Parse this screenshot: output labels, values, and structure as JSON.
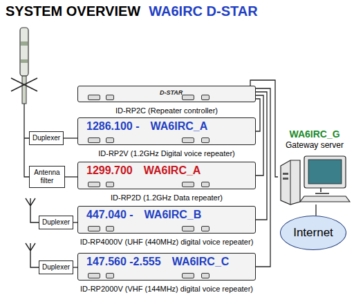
{
  "diagram": {
    "title": "SYSTEM OVERVIEW",
    "nodes": [
      {
        "text": [
          "ID-RP2C (Repeater controller)"
        ]
      },
      {
        "text": [
          "1286.100 -",
          "WA6IRC_A",
          "ID-RP2V (1.2GHz Digital voice repeater)"
        ]
      },
      {
        "text": [
          "1299.700",
          "WA6IRC_A",
          "ID-RP2D (1.2GHz Data repeater)"
        ]
      },
      {
        "text": [
          "447.040 -",
          "WA6IRC_B",
          "ID-RP4000V (UHF (440MHz) digital voice repeater)"
        ]
      },
      {
        "text": [
          "147.560 -2.555",
          "WA6IRC_C",
          "ID-RP2000V (VHF (144MHz) digital voice repeater)"
        ]
      },
      {
        "text": [
          "Duplexer"
        ]
      },
      {
        "text": [
          "Antenna filter"
        ]
      },
      {
        "text": [
          "Duplexer"
        ]
      },
      {
        "text": [
          "Duplexer"
        ]
      },
      {
        "text": [
          "WA6IRC_G",
          "Gateway server"
        ]
      },
      {
        "text": [
          "Internet"
        ]
      }
    ],
    "edges": [
      {
        "from": 0,
        "to": 1,
        "arrow": "none"
      },
      {
        "from": 0,
        "to": 2,
        "arrow": "none"
      },
      {
        "from": 0,
        "to": 3,
        "arrow": "none"
      },
      {
        "from": 0,
        "to": 4,
        "arrow": "none"
      },
      {
        "from": 0,
        "to": 9,
        "arrow": "none"
      },
      {
        "from": 9,
        "to": 10,
        "arrow": "none"
      },
      {
        "from": 5,
        "to": 1,
        "arrow": "none"
      },
      {
        "from": 6,
        "to": 2,
        "arrow": "none"
      },
      {
        "from": 7,
        "to": 3,
        "arrow": "none"
      },
      {
        "from": 8,
        "to": 4,
        "arrow": "none"
      }
    ],
    "labels": [
      "WA6IRC D-STAR",
      "D-STAR"
    ]
  }
}
